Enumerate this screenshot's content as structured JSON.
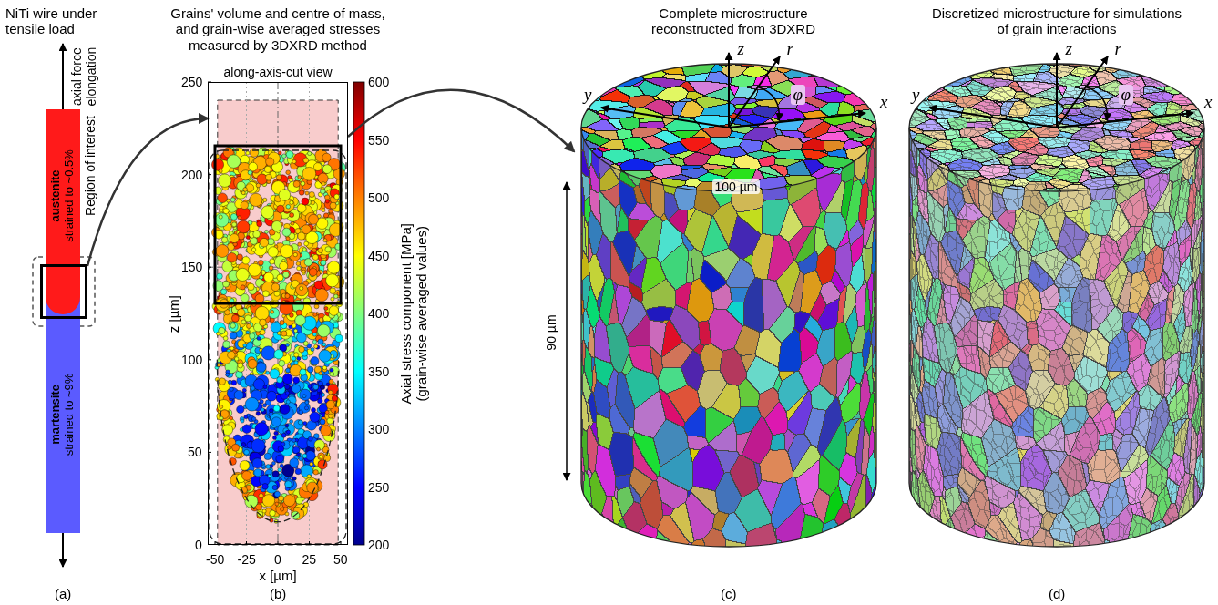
{
  "diagram": {
    "nodes": [
      {
        "text": [
          "austenite",
          "strained to ~0.5%"
        ]
      },
      {
        "text": [
          "martensite",
          "strained to ~9%"
        ]
      },
      {
        "text": [
          "Region of interest"
        ]
      },
      {
        "text": [
          "along-axis-cut view"
        ]
      },
      {
        "text": [
          "Complete microstructure reconstructed from 3DXRD"
        ]
      },
      {
        "text": [
          "Discretized microstructure for simulations of grain interactions"
        ]
      }
    ],
    "edges": [
      {
        "from": 2,
        "to": 3,
        "arrow": "to"
      },
      {
        "from": 3,
        "to": 4,
        "arrow": "to"
      }
    ],
    "labels": [
      "NiTi wire under tensile load",
      "axial force elongation",
      "(a)",
      "Grains' volume and centre of mass, and grain-wise averaged stresses measured by 3DXRD method",
      "250",
      "200",
      "150",
      "100",
      "50",
      "0",
      "z [µm]",
      "-50",
      "-25",
      "0",
      "25",
      "50",
      "x [µm]",
      "600",
      "550",
      "500",
      "450",
      "400",
      "350",
      "300",
      "250",
      "200",
      "Axial stress component [MPa] (grain-wise averaged values)",
      "(b)",
      "y",
      "z",
      "r",
      "φ",
      "x",
      "100 µm",
      "90 µm",
      "(c)",
      "y",
      "z",
      "r",
      "φ",
      "x",
      "(d)"
    ]
  }
}
